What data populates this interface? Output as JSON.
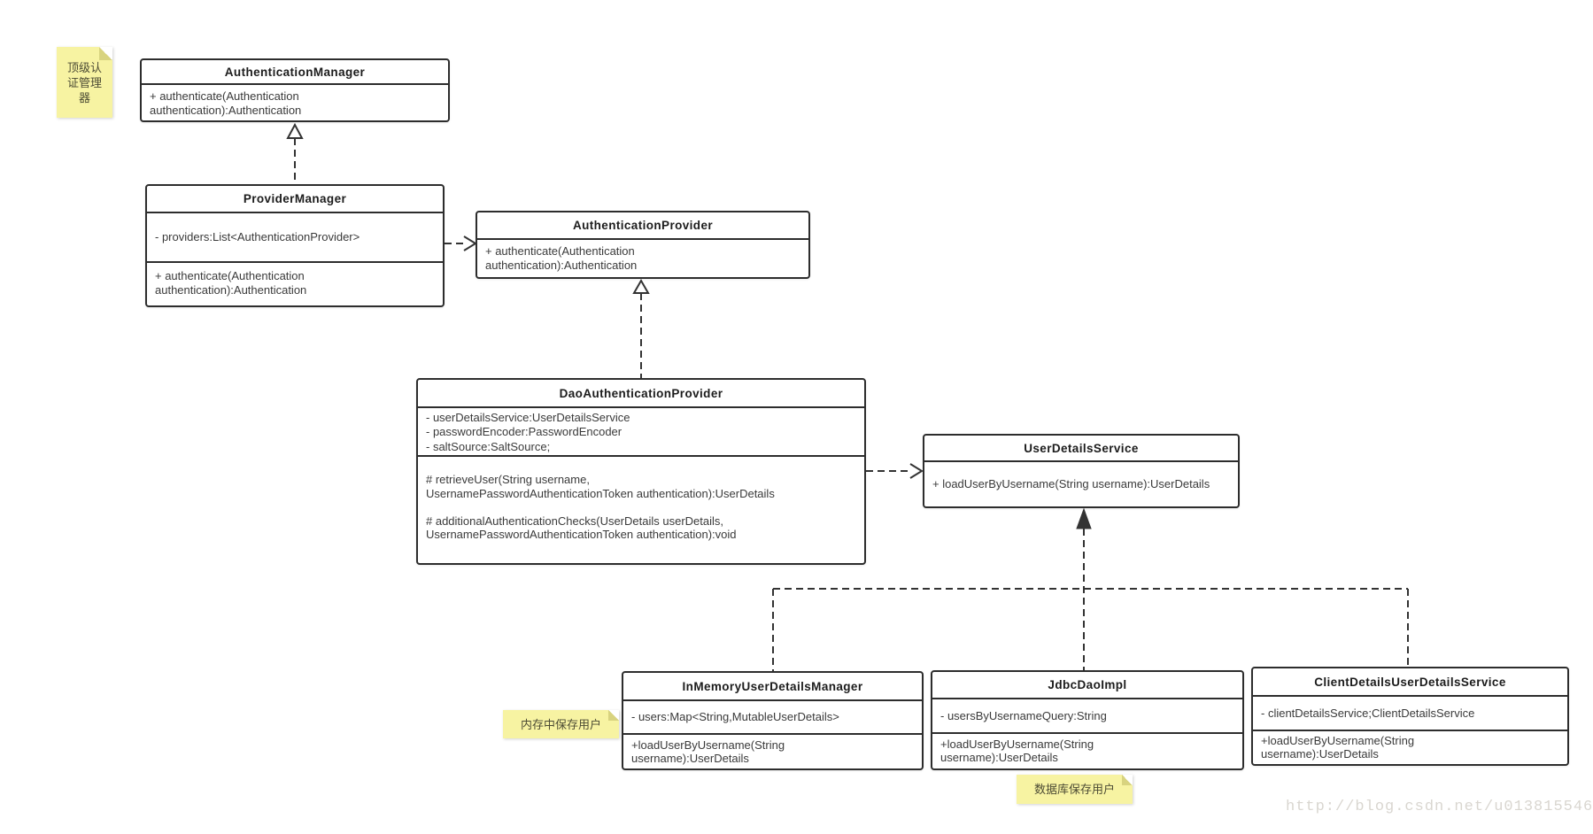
{
  "notes": {
    "top_manager": {
      "text": "顶级认\n证管理\n器"
    },
    "in_memory": {
      "text": "内存中保存用户"
    },
    "database": {
      "text": "数据库保存用户"
    }
  },
  "classes": {
    "authentication_manager": {
      "title": "AuthenticationManager",
      "methods": "+ authenticate(Authentication\nauthentication):Authentication"
    },
    "provider_manager": {
      "title": "ProviderManager",
      "attributes": "- providers:List<AuthenticationProvider>",
      "methods": "+ authenticate(Authentication\nauthentication):Authentication"
    },
    "authentication_provider": {
      "title": "AuthenticationProvider",
      "methods": "+ authenticate(Authentication\nauthentication):Authentication"
    },
    "dao_authentication_provider": {
      "title": "DaoAuthenticationProvider",
      "attributes": "- userDetailsService:UserDetailsService\n- passwordEncoder:PasswordEncoder\n- saltSource:SaltSource;",
      "methods": "# retrieveUser(String username,\nUsernamePasswordAuthenticationToken authentication):UserDetails\n\n# additionalAuthenticationChecks(UserDetails userDetails,\nUsernamePasswordAuthenticationToken authentication):void"
    },
    "user_details_service": {
      "title": "UserDetailsService",
      "methods": "+ loadUserByUsername(String username):UserDetails"
    },
    "in_memory_user_details_manager": {
      "title": "InMemoryUserDetailsManager",
      "attributes": "- users:Map<String,MutableUserDetails>",
      "methods": "+loadUserByUsername(String\nusername):UserDetails"
    },
    "jdbc_dao_impl": {
      "title": "JdbcDaoImpl",
      "attributes": "- usersByUsernameQuery:String",
      "methods": "+loadUserByUsername(String\nusername):UserDetails"
    },
    "client_details_user_details_service": {
      "title": "ClientDetailsUserDetailsService",
      "attributes": "- clientDetailsService;ClientDetailsService",
      "methods": "+loadUserByUsername(String\nusername):UserDetails"
    }
  },
  "watermark": {
    "text": "http://blog.csdn.net/u013815546"
  },
  "colors": {
    "line": "#333333",
    "note_bg": "#f7f3a2",
    "note_fold": "#d8d37f",
    "watermark": "#d9d6d0"
  }
}
